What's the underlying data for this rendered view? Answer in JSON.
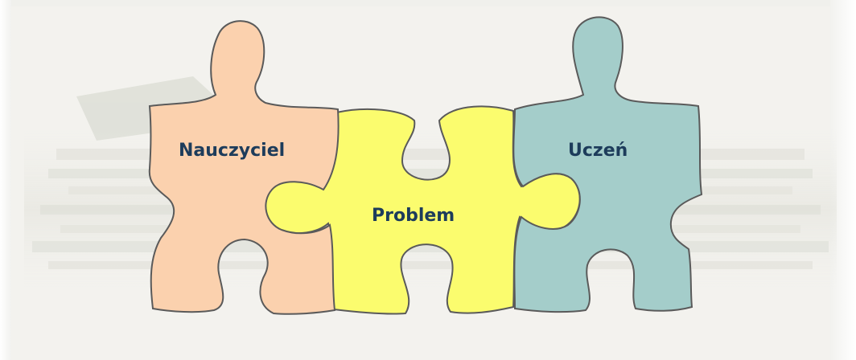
{
  "pieces": {
    "teacher": {
      "label": "Nauczyciel",
      "color": "#fbd1ae"
    },
    "problem": {
      "label": "Problem",
      "color": "#fbfc6e"
    },
    "student": {
      "label": "Uczeń",
      "color": "#a4cdca"
    }
  },
  "outline_color": "#5a5a5a",
  "label_color": "#1d3c5b"
}
